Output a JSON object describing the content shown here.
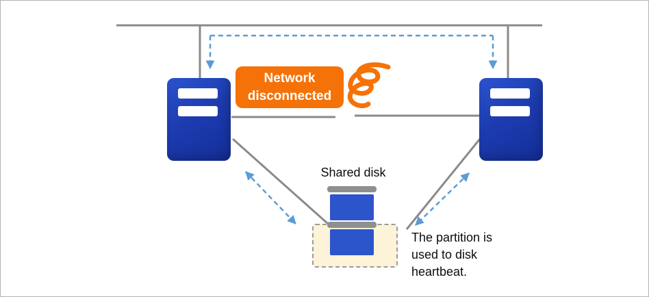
{
  "diagram": {
    "labels": {
      "network_disconnected": "Network disconnected",
      "shared_disk": "Shared disk",
      "partition_note": "The partition is used to disk heartbeat."
    },
    "colors": {
      "server_blue": "#1d3cb0",
      "disk_blue": "#2d55cb",
      "callout_orange": "#f57208",
      "heartbeat_arrow_blue": "#5b9bd5",
      "line_gray": "#8a8a8a",
      "partition_fill": "#fdf3d8",
      "partition_border": "#9a9a9a"
    }
  }
}
